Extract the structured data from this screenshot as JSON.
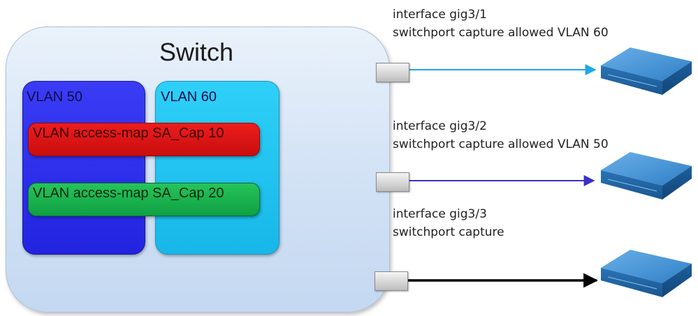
{
  "switch": {
    "title": "Switch"
  },
  "vlans": [
    {
      "label": "VLAN 50",
      "color": "#2a2cec"
    },
    {
      "label": "VLAN 60",
      "color": "#1fc3f0"
    }
  ],
  "access_maps": [
    {
      "label": "VLAN access-map  SA_Cap 10",
      "color": "#d81616"
    },
    {
      "label": "VLAN access-map  SA_Cap 20",
      "color": "#19b04d"
    }
  ],
  "interfaces": [
    {
      "line1": "interface gig3/1",
      "line2": "switchport capture allowed VLAN 60",
      "link_color": "#1ea8e8"
    },
    {
      "line1": "interface gig3/2",
      "line2": "switchport capture allowed VLAN 50",
      "link_color": "#3a2fc8"
    },
    {
      "line1": "interface gig3/3",
      "line2": "switchport capture",
      "link_color": "#000000"
    }
  ],
  "devices": [
    {
      "icon": "capture-appliance-icon"
    },
    {
      "icon": "capture-appliance-icon"
    },
    {
      "icon": "capture-appliance-icon"
    }
  ]
}
